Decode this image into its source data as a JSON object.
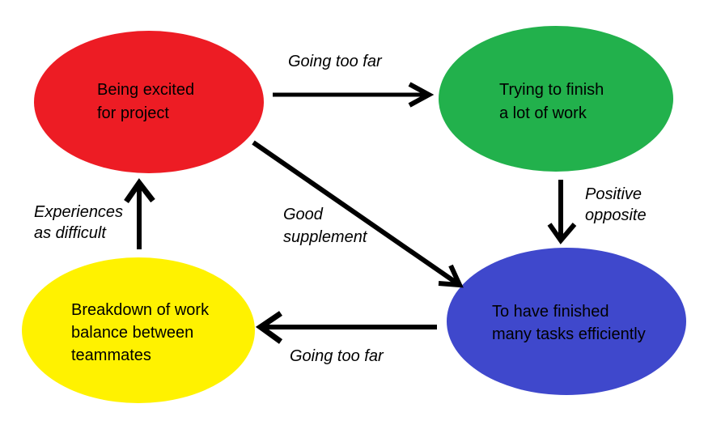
{
  "diagram": {
    "background_color": "#ffffff",
    "ink_color": "#000000",
    "nodes": [
      {
        "color": "#ed1c24",
        "lines": [
          "Being excited",
          "for project"
        ]
      },
      {
        "color": "#22b14c",
        "lines": [
          "Trying to finish",
          "a lot of work"
        ]
      },
      {
        "color": "#3f48cc",
        "lines": [
          "To have finished",
          "many tasks efficiently"
        ]
      },
      {
        "color": "#fff200",
        "lines": [
          "Breakdown of work",
          "balance between",
          "teammates"
        ]
      }
    ],
    "edges": [
      {
        "label": [
          "Going too far"
        ]
      },
      {
        "label": [
          "Positive",
          "opposite"
        ]
      },
      {
        "label": [
          "Good",
          "supplement"
        ]
      },
      {
        "label": [
          "Going too far"
        ]
      },
      {
        "label": [
          "Experiences",
          "as difficult"
        ]
      }
    ]
  }
}
